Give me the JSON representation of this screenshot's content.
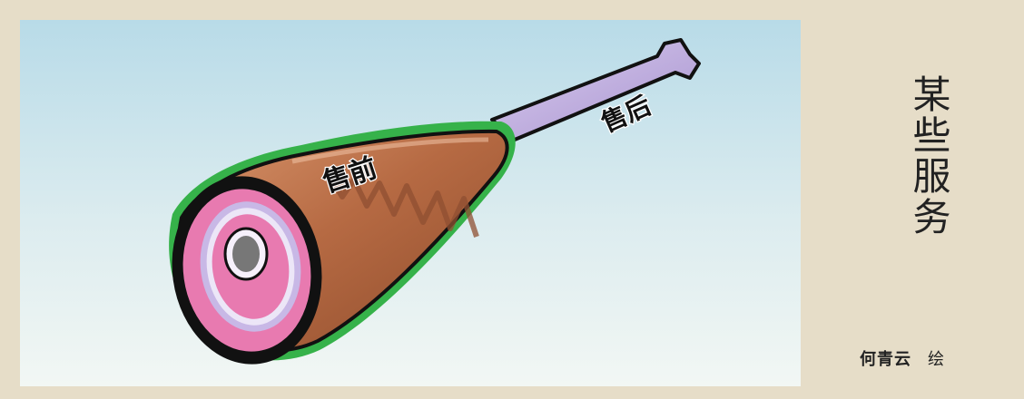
{
  "cartoon": {
    "labels": {
      "shank": "售前",
      "bone": "售后"
    }
  },
  "title": "某些服务",
  "credit": {
    "artist": "何青云",
    "drawn": "绘"
  },
  "colors": {
    "page_bg": "#e6ddc8",
    "sky_top": "#b8dbe8",
    "sky_bottom": "#f2f7f4",
    "meat": "#b66a43",
    "meat_cut": "#e87ab0",
    "fat_ring": "#c8b8e6",
    "bone": "#bda7dd",
    "outline_green": "#36b24a"
  }
}
